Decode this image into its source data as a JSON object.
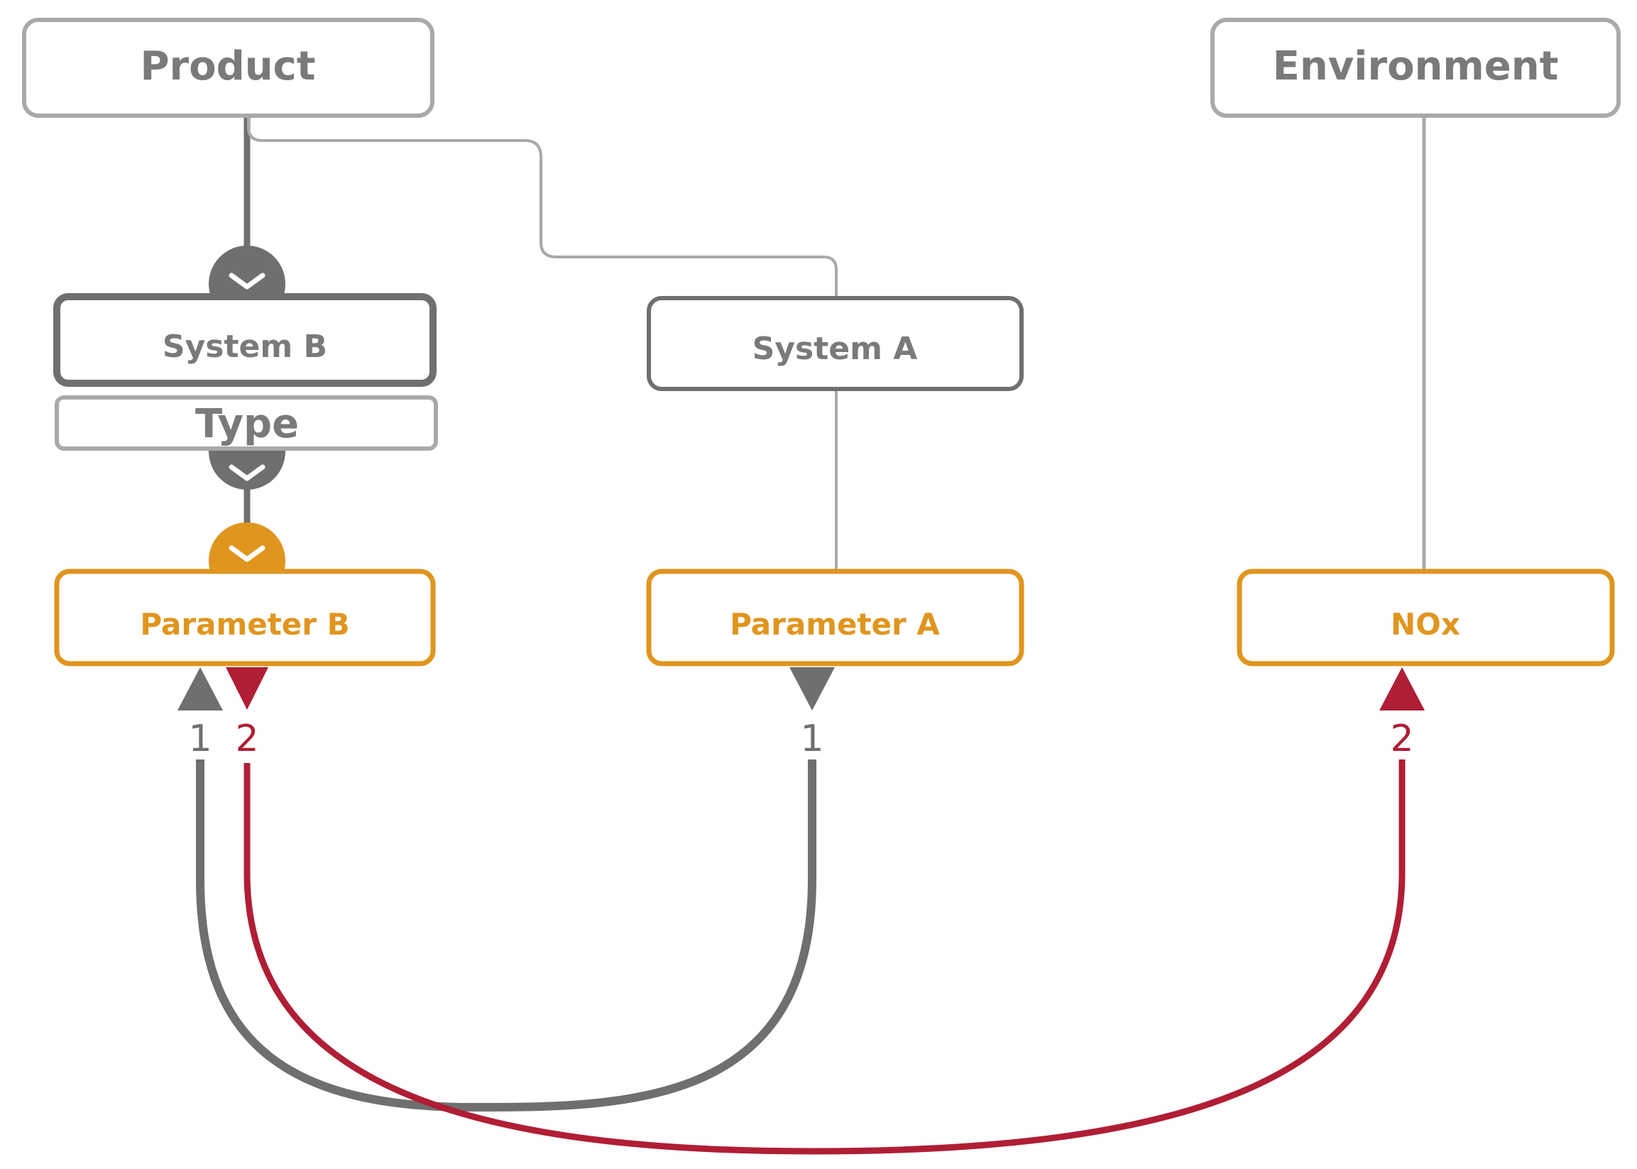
{
  "nodes": {
    "product": "Product",
    "environment": "Environment",
    "system_b": "System B",
    "system_b_sub": "Type",
    "system_a": "System A",
    "parameter_b": "Parameter B",
    "parameter_a": "Parameter A",
    "nox": "NOx"
  },
  "connections": [
    {
      "id": "link-1",
      "from": "Parameter A",
      "to": "Parameter B",
      "label_from": "1",
      "label_to": "1",
      "color": "#6f6f6f"
    },
    {
      "id": "link-2",
      "from": "Parameter B",
      "to": "NOx",
      "label_from": "2",
      "label_to": "2",
      "color": "#b01e35"
    }
  ],
  "colors": {
    "gray_border": "#a9a9a9",
    "dark_border": "#6f6f6f",
    "orange": "#e0951e",
    "red": "#b01e35",
    "gray_link": "#6f6f6f"
  },
  "icons": {
    "expand": "chevron-down-icon",
    "arrow_up": "triangle-up-icon",
    "arrow_down": "triangle-down-icon"
  }
}
